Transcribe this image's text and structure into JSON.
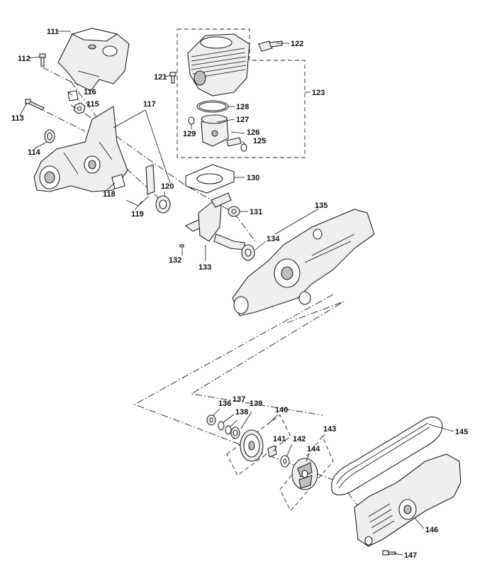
{
  "parts": {
    "p111": "111",
    "p112": "112",
    "p113": "113",
    "p114": "114",
    "p115": "115",
    "p116": "116",
    "p117": "117",
    "p118": "118",
    "p119": "119",
    "p120": "120",
    "p121": "121",
    "p122": "122",
    "p123": "123",
    "p125": "125",
    "p126": "126",
    "p127": "127",
    "p128": "128",
    "p129": "129",
    "p130": "130",
    "p131": "131",
    "p132": "132",
    "p133": "133",
    "p134": "134",
    "p135": "135",
    "p136": "136",
    "p137": "137",
    "p138": "138",
    "p139": "139",
    "p140": "140",
    "p141": "141",
    "p142": "142",
    "p143": "143",
    "p144": "144",
    "p145": "145",
    "p146": "146",
    "p147": "147"
  }
}
